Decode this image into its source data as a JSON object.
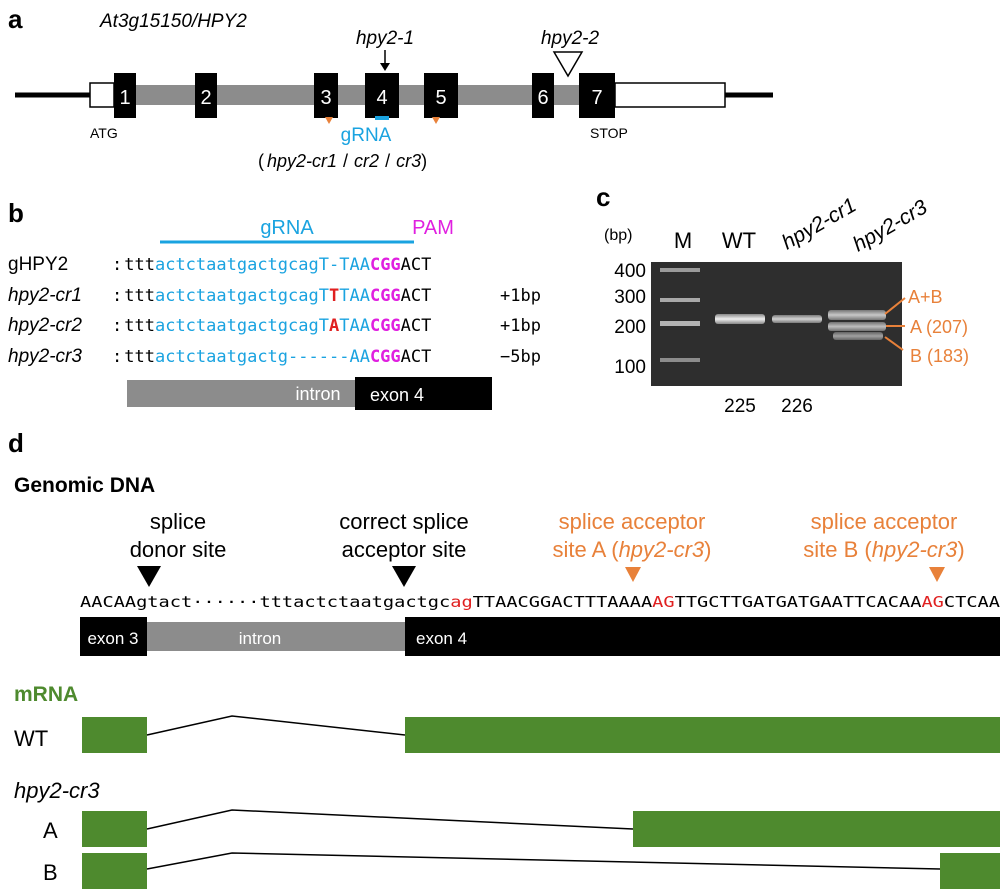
{
  "panel_a": {
    "panel_label": "a",
    "gene_name": "At3g15150/HPY2",
    "exons": [
      "1",
      "2",
      "3",
      "4",
      "5",
      "6",
      "7"
    ],
    "start_label": "ATG",
    "stop_label": "STOP",
    "allele1_label": "hpy2-1",
    "allele2_label": "hpy2-2",
    "grna_label": "gRNA",
    "crispr_open": "(",
    "crispr_allele1": "hpy2-cr1",
    "crispr_sep1": "/",
    "crispr_allele2": "cr2",
    "crispr_sep2": "/",
    "crispr_allele3": "cr3",
    "crispr_close": ")",
    "colors": {
      "grna": "#1aa3e0",
      "primer": "#e8813a"
    }
  },
  "panel_b": {
    "panel_label": "b",
    "grna_header": "gRNA",
    "pam_header": "PAM",
    "rows": [
      {
        "name": "gHPY2",
        "colon": ":",
        "prefix": "ttt",
        "grna": "actctaatgactgcag",
        "mid_pre": "T",
        "ins": "-",
        "mid_post": "TAA",
        "pam": "CGG",
        "suffix": "ACT",
        "change": ""
      },
      {
        "name": "hpy2-cr1",
        "colon": ":",
        "prefix": "ttt",
        "grna": "actctaatgactgcag",
        "mid_pre": "T",
        "ins": "T",
        "mid_post": "TAA",
        "pam": "CGG",
        "suffix": "ACT",
        "change": "+1bp"
      },
      {
        "name": "hpy2-cr2",
        "colon": ":",
        "prefix": "ttt",
        "grna": "actctaatgactgcag",
        "mid_pre": "T",
        "ins": "A",
        "mid_post": "TAA",
        "pam": "CGG",
        "suffix": "ACT",
        "change": "+1bp"
      },
      {
        "name": "hpy2-cr3",
        "colon": ":",
        "prefix": "ttt",
        "grna": "actctaatgactg",
        "mid_pre": "------",
        "ins": "",
        "mid_post": "AA",
        "pam": "CGG",
        "suffix": "ACT",
        "change": "−5bp"
      }
    ],
    "intron_label": "intron",
    "exon_label": "exon 4",
    "colors": {
      "grna": "#1aa3e0",
      "pam": "#e020e0",
      "mutation": "#e02020"
    }
  },
  "panel_c": {
    "panel_label": "c",
    "unit_label": "(bp)",
    "lanes": [
      "M",
      "WT",
      "hpy2-cr1",
      "hpy2-cr3"
    ],
    "ladder_labels": [
      "400",
      "300",
      "200",
      "100"
    ],
    "sizes": [
      "225",
      "226"
    ],
    "band_labels": [
      "A+B",
      "A (207)",
      "B (183)"
    ]
  },
  "panel_d": {
    "panel_label": "d",
    "genomic_title": "Genomic DNA",
    "site_donor": [
      "splice",
      "donor site"
    ],
    "site_correct": [
      "correct splice",
      "acceptor site"
    ],
    "site_a_line1": "splice acceptor",
    "site_a_line2_pre": "site A (",
    "site_a_line2_italic": "hpy2-cr3",
    "site_a_line2_post": ")",
    "site_b_line1": "splice acceptor",
    "site_b_line2_pre": "site B (",
    "site_b_line2_italic": "hpy2-cr3",
    "site_b_line2_post": ")",
    "seq": {
      "exon3": "AACAA",
      "intron_start": "gtact",
      "dots": "······",
      "intron_end": "tttactctaatgactgc",
      "ag1": "ag",
      "seg1": "TTAACGGACTTTAAAA",
      "ag2": "AG",
      "seg2": "TTGCTTGATGATGAATTCACAA",
      "ag3": "AG",
      "seg3": "CTCAA"
    },
    "exon3_label": "exon 3",
    "intron_label": "intron",
    "exon4_label": "exon 4",
    "mrna_title": "mRNA",
    "wt_label": "WT",
    "mutant_label": "hpy2-cr3",
    "row_a_label": "A",
    "row_b_label": "B",
    "colors": {
      "site": "#e8813a",
      "splice": "#e02020",
      "mrna": "#4e8a2e"
    }
  }
}
